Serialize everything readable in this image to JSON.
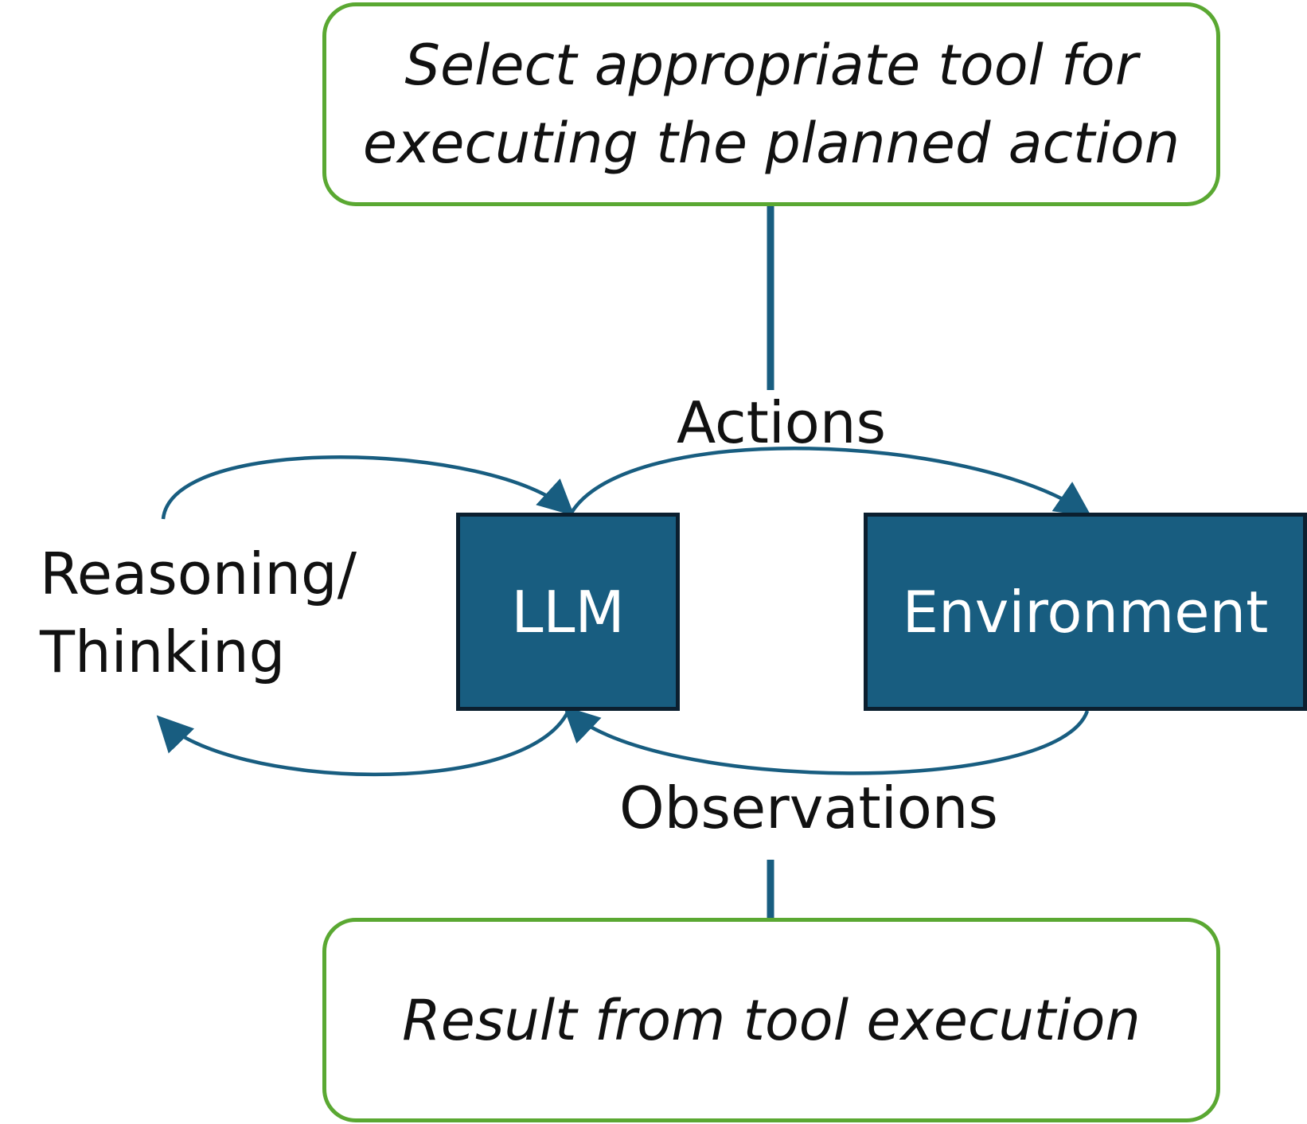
{
  "diagram": {
    "top_note": "Select appropriate tool for executing the planned action",
    "bottom_note": "Result from tool execution",
    "nodes": {
      "llm": "LLM",
      "environment": "Environment"
    },
    "edge_labels": {
      "actions": "Actions",
      "observations": "Observations",
      "reasoning": "Reasoning/ Thinking"
    },
    "colors": {
      "node_fill": "#185d80",
      "node_border": "#0b1f2f",
      "note_border": "#5aa832",
      "arrow": "#185d80"
    }
  }
}
